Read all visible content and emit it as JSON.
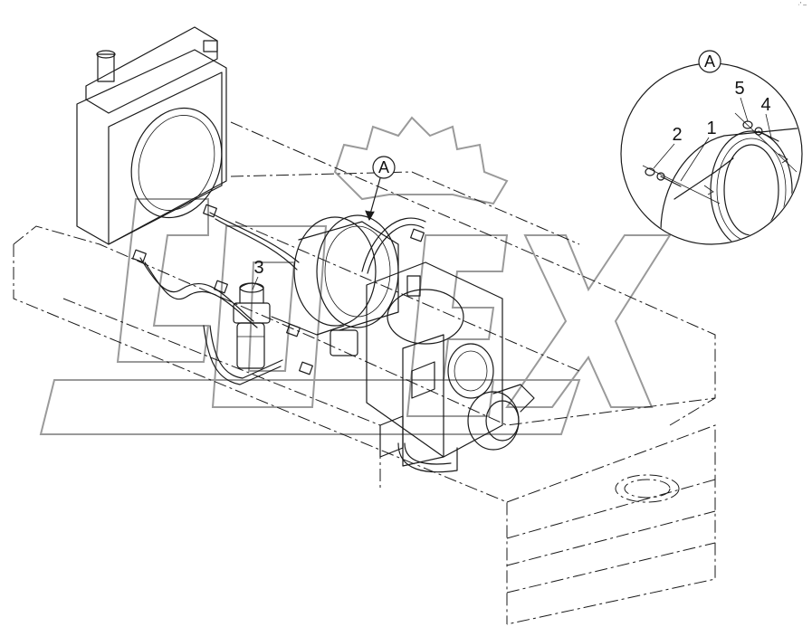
{
  "callouts": {
    "view_letter": "A",
    "view_letter_detail": "A",
    "part_1": "1",
    "part_2": "2",
    "part_3": "3",
    "part_4": "4",
    "part_5": "5"
  },
  "corner_mark": "·′ –",
  "colors": {
    "ink": "#1a1a1a",
    "watermark": "#9a9a9a",
    "background": "#ffffff"
  }
}
